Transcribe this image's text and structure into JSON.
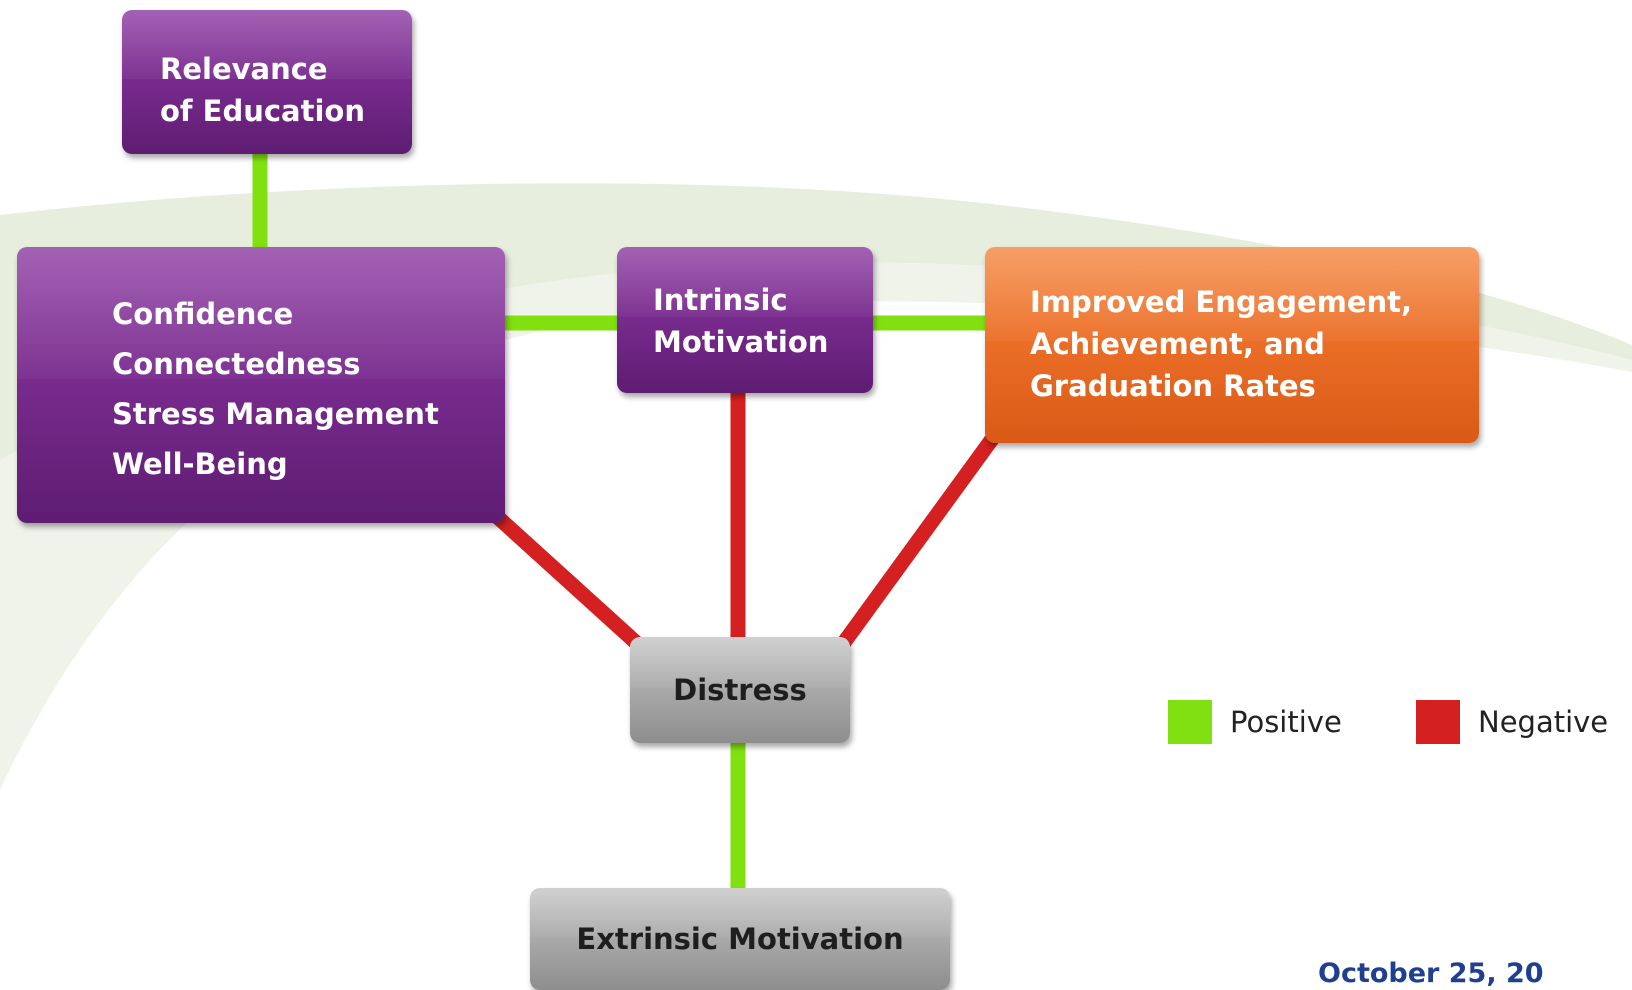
{
  "colors": {
    "positive": "#80e010",
    "negative": "#d42020",
    "purple": "#7a2c8f",
    "orange": "#ec6f28",
    "gray": "#a9a9a9",
    "date": "#1f3f8f"
  },
  "nodes": {
    "relevance": {
      "lines": [
        "Relevance",
        "of Education"
      ]
    },
    "wellbeing": {
      "lines": [
        "Confidence",
        "Connectedness",
        "Stress Management",
        "Well-Being"
      ]
    },
    "intrinsic": {
      "lines": [
        "Intrinsic",
        "Motivation"
      ]
    },
    "outcomes": {
      "lines": [
        "Improved Engagement,",
        "Achievement, and",
        "Graduation Rates"
      ]
    },
    "distress": {
      "label": "Distress"
    },
    "extrinsic": {
      "label": "Extrinsic Motivation"
    }
  },
  "links": [
    {
      "from": "Relevance of Education",
      "to": "Confidence / Connectedness / Stress Management / Well-Being",
      "type": "positive"
    },
    {
      "from": "Confidence / Connectedness / Stress Management / Well-Being",
      "to": "Intrinsic Motivation",
      "type": "positive"
    },
    {
      "from": "Intrinsic Motivation",
      "to": "Improved Engagement, Achievement, and Graduation Rates",
      "type": "positive"
    },
    {
      "from": "Confidence / Connectedness / Stress Management / Well-Being",
      "to": "Distress",
      "type": "negative"
    },
    {
      "from": "Intrinsic Motivation",
      "to": "Distress",
      "type": "negative"
    },
    {
      "from": "Improved Engagement, Achievement, and Graduation Rates",
      "to": "Distress",
      "type": "negative"
    },
    {
      "from": "Distress",
      "to": "Extrinsic Motivation",
      "type": "positive"
    }
  ],
  "legend": {
    "positive_label": "Positive",
    "negative_label": "Negative"
  },
  "footer": {
    "date_text": "October 25, 20"
  }
}
